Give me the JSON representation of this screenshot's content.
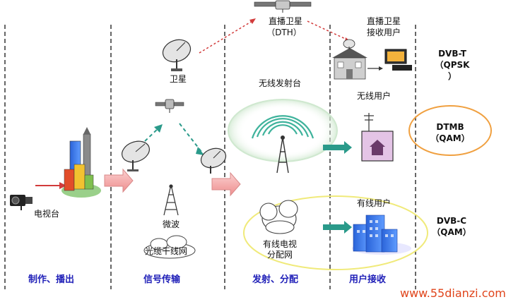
{
  "stages": [
    {
      "label": "制作、播出"
    },
    {
      "label": "信号传输"
    },
    {
      "label": "发射、分配"
    },
    {
      "label": "用户接收"
    }
  ],
  "nodes": {
    "tv_station": "电视台",
    "satellite_dish": "卫星",
    "microwave": "微波",
    "fiber_network": "光缆干线网",
    "dth_line1": "直播卫星",
    "dth_line2": "（DTH）",
    "dth_user_line1": "直播卫星",
    "dth_user_line2": "接收用户",
    "wireless_tx": "无线发射台",
    "wireless_user": "无线用户",
    "cable_network_line1": "有线电视",
    "cable_network_line2": "分配网",
    "cable_user": "有线用户"
  },
  "standards": {
    "dvb_t_line1": "DVB-T",
    "dvb_t_line2": "（QPSK",
    "dvb_t_line3": "）",
    "dtmb_line1": "DTMB",
    "dtmb_line2": "（QAM）",
    "dvb_c_line1": "DVB-C",
    "dvb_c_line2": "（QAM）"
  },
  "watermark": "www.55dianzi.com",
  "colors": {
    "stage_label": "#1f1fb8",
    "dashed_divider": "#333333",
    "big_arrow": "#f3a6a6",
    "teal_arrow": "#2a9a8a",
    "red_dotted": "#d23b3b",
    "ellipse_yellow": "#f0ea7a",
    "ellipse_orange": "#f0a040",
    "ellipse_green": "#cfe8cf",
    "watermark": "#e0451c"
  }
}
